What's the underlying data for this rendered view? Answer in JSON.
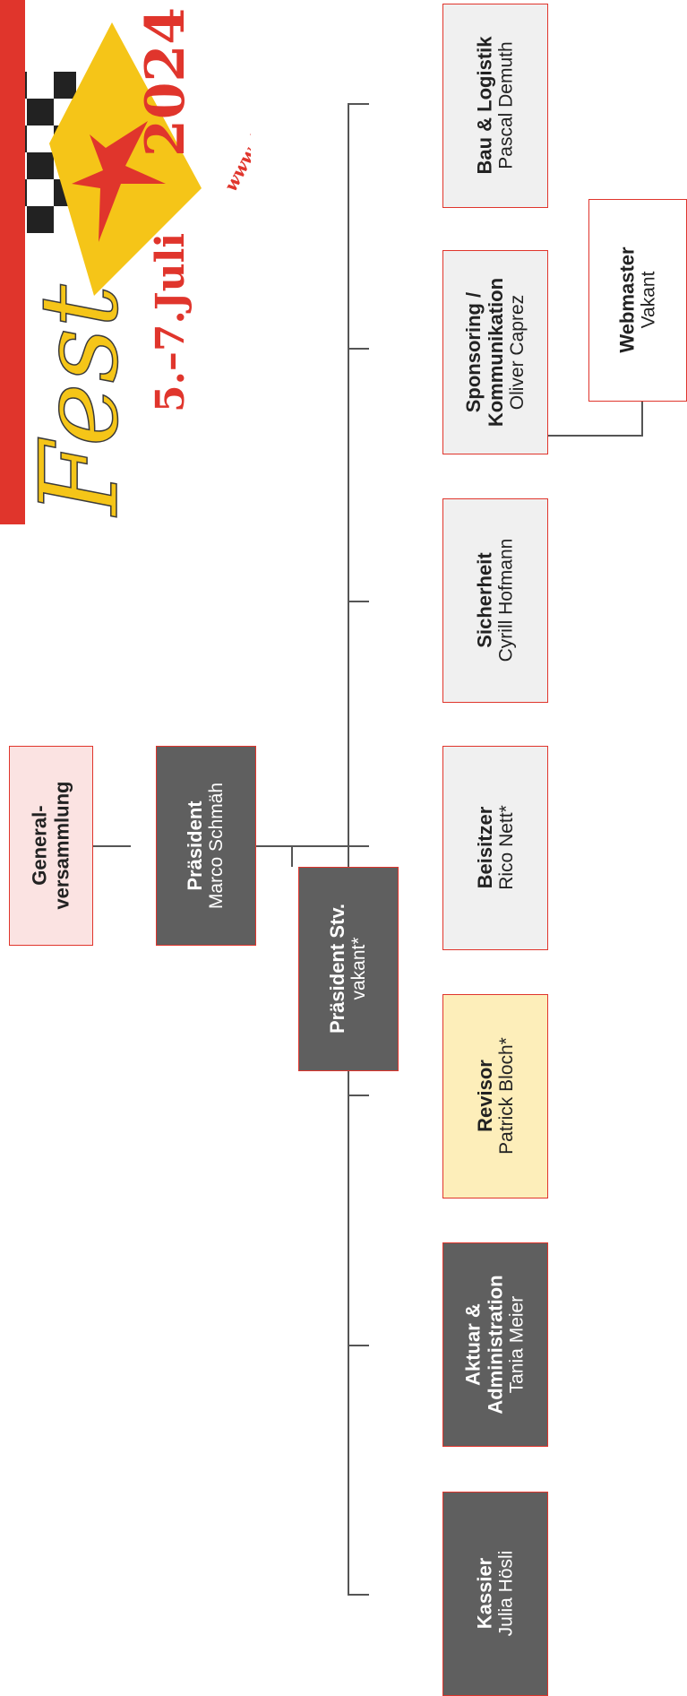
{
  "colors": {
    "border": "#e0352c",
    "dark_box": "#5f5f5f",
    "pink_box": "#fbe3e2",
    "yellow_box": "#fdeeba",
    "grey_box": "#f0f0f0",
    "white_box": "#ffffff",
    "connector": "#555555",
    "logo_red": "#e0352c",
    "logo_yellow": "#f5c518"
  },
  "logo": {
    "word": "Fest",
    "year": "2024",
    "dates": "5.–7.Juli",
    "url": "www.dorf-fest.ch"
  },
  "generalversammlung": {
    "line1": "General-",
    "line2": "versammlung"
  },
  "praesident": {
    "title": "Präsident",
    "name": "Marco Schmäh"
  },
  "praesident_stv": {
    "title": "Präsident Stv.",
    "name": "vakant*"
  },
  "departments": {
    "kassier": {
      "title": "Kassier",
      "name": "Julia Hösli"
    },
    "aktuar": {
      "title1": "Aktuar &",
      "title2": "Administration",
      "name": "Tania Meier"
    },
    "revisor": {
      "title": "Revisor",
      "name": "Patrick Bloch*"
    },
    "beisitzer": {
      "title": "Beisitzer",
      "name": "Rico Nett*"
    },
    "sicherheit": {
      "title": "Sicherheit",
      "name": "Cyrill Hofmann"
    },
    "sponsoring": {
      "title1": "Sponsoring /",
      "title2": "Kommunikation",
      "name": "Oliver Caprez"
    },
    "bau": {
      "title": "Bau & Logistik",
      "name": "Pascal Demuth"
    }
  },
  "webmaster": {
    "title": "Webmaster",
    "name": "Vakant"
  }
}
